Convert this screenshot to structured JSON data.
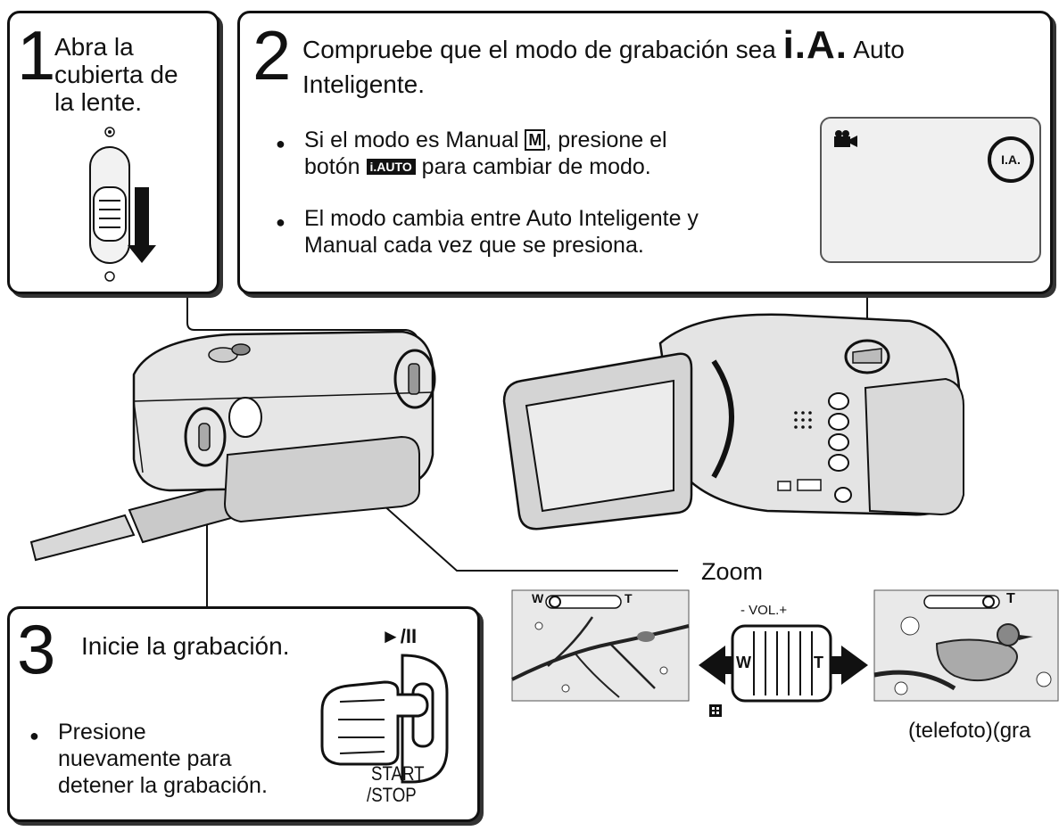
{
  "step1": {
    "number": "1",
    "line1": "Abra la",
    "line2": "cubierta de",
    "line3": "la lente."
  },
  "step2": {
    "number": "2",
    "title_before": "Compruebe que el modo de grabación sea",
    "title_badge": "i.A.",
    "title_after": "Auto",
    "title_line2": "Inteligente.",
    "bullet1_part1": "Si el modo es Manual",
    "bullet1_badge": "M",
    "bullet1_part2": ", presione el",
    "bullet1_line2_part1": "botón",
    "bullet1_line2_badge": "i.AUTO",
    "bullet1_line2_part2": "para cambiar de modo.",
    "bullet2_line1": "El modo cambia entre Auto Inteligente y",
    "bullet2_line2": "Manual cada vez que se presiona.",
    "screen_badge": "I.A."
  },
  "step3": {
    "number": "3",
    "title": "Inicie la grabación.",
    "bullet_line1": "Presione",
    "bullet_line2": "nuevamente para",
    "bullet_line3": "detener la grabación.",
    "play_pause": "►/II",
    "start": "START",
    "stop": "/STOP"
  },
  "zoom": {
    "label": "Zoom",
    "vol": "- VOL.+",
    "w": "W",
    "t": "T",
    "telefoto": "(telefoto)(gra"
  }
}
